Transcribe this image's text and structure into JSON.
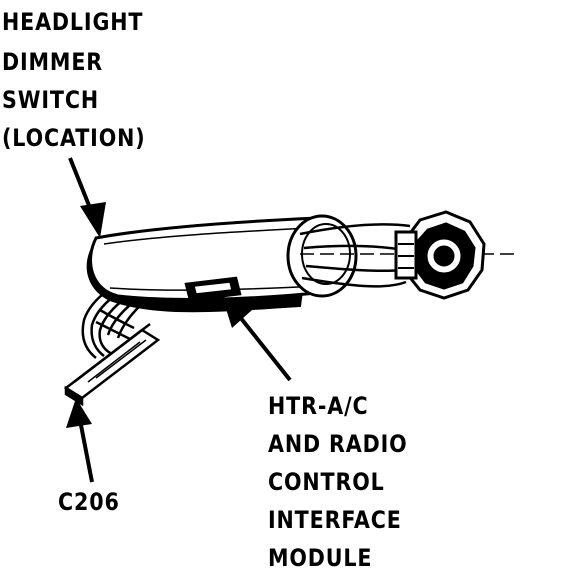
{
  "labels": {
    "headlight_dimmer_switch": [
      "HEADLIGHT",
      "DIMMER",
      "SWITCH",
      "(LOCATION)"
    ],
    "htr_module": [
      "HTR-A/C",
      "AND RADIO",
      "CONTROL",
      "INTERFACE",
      "MODULE"
    ],
    "connector": "C206"
  },
  "colors": {
    "ink": "#000000",
    "paper": "#ffffff"
  }
}
